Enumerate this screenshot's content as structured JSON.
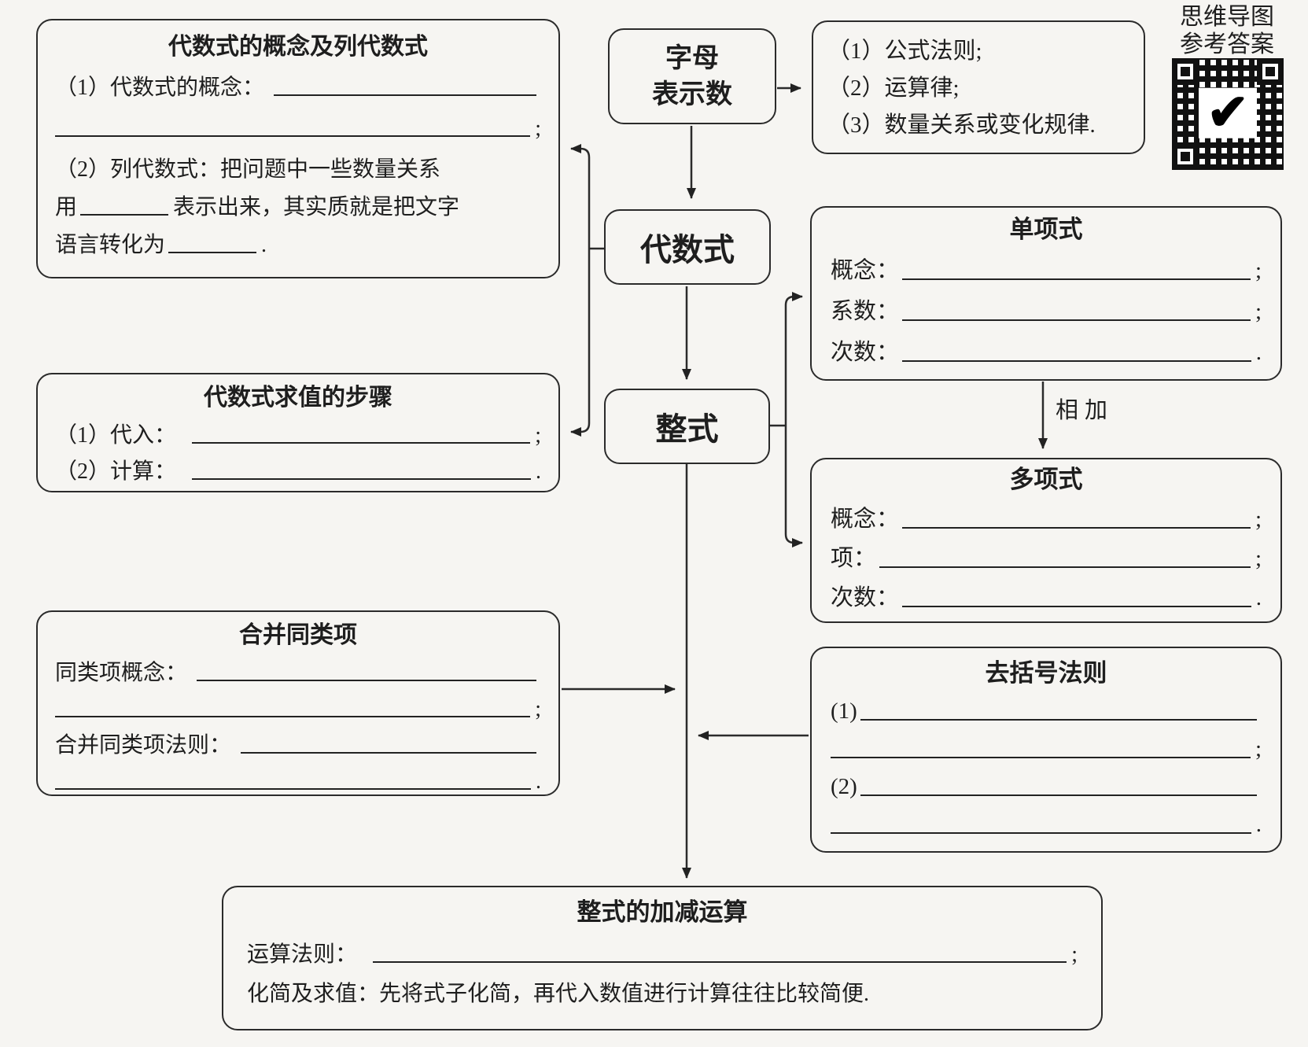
{
  "colors": {
    "background": "#f6f5f2",
    "ink": "#1e1e1e"
  },
  "qr_panel": {
    "caption1": "思维导图",
    "caption2": "参考答案",
    "check_glyph": "✔"
  },
  "letters_box": {
    "line1": "字母",
    "line2": "表示数"
  },
  "rules_box": {
    "item1": "（1）公式法则;",
    "item2": "（2）运算律;",
    "item3": "（3）数量关系或变化规律."
  },
  "algebraic_box": {
    "label": "代数式"
  },
  "integral_box": {
    "label": "整式"
  },
  "concept_box": {
    "title": "代数式的概念及列代数式",
    "l1_prefix": "（1）代数式的概念：",
    "l2_suffix": ";",
    "l3": "（2）列代数式：把问题中一些数量关系",
    "l4_prefix": "用",
    "l4_suffix": "表示出来，其实质就是把文字",
    "l5_prefix": "语言转化为",
    "l5_suffix": "."
  },
  "eval_box": {
    "title": "代数式求值的步骤",
    "l1_prefix": "（1）代入：",
    "l1_suffix": ";",
    "l2_prefix": "（2）计算：",
    "l2_suffix": "."
  },
  "monomial_box": {
    "title": "单项式",
    "row1_label": "概念：",
    "row1_suffix": ";",
    "row2_label": "系数：",
    "row2_suffix": ";",
    "row3_label": "次数：",
    "row3_suffix": "."
  },
  "plus_label": "相加",
  "polynomial_box": {
    "title": "多项式",
    "row1_label": "概念：",
    "row1_suffix": ";",
    "row2_label": "项：",
    "row2_suffix": ";",
    "row3_label": "次数：",
    "row3_suffix": "."
  },
  "combine_box": {
    "title": "合并同类项",
    "l1_prefix": "同类项概念：",
    "l2_suffix": ";",
    "l3_prefix": "合并同类项法则：",
    "l4_suffix": "."
  },
  "brackets_box": {
    "title": "去括号法则",
    "l1_prefix": "(1)",
    "l2_suffix": ";",
    "l3_prefix": "(2)",
    "l4_suffix": "."
  },
  "addsub_box": {
    "title": "整式的加减运算",
    "l1_prefix": "运算法则：",
    "l1_suffix": ";",
    "l2": "化简及求值：先将式子化简，再代入数值进行计算往往比较简便."
  }
}
